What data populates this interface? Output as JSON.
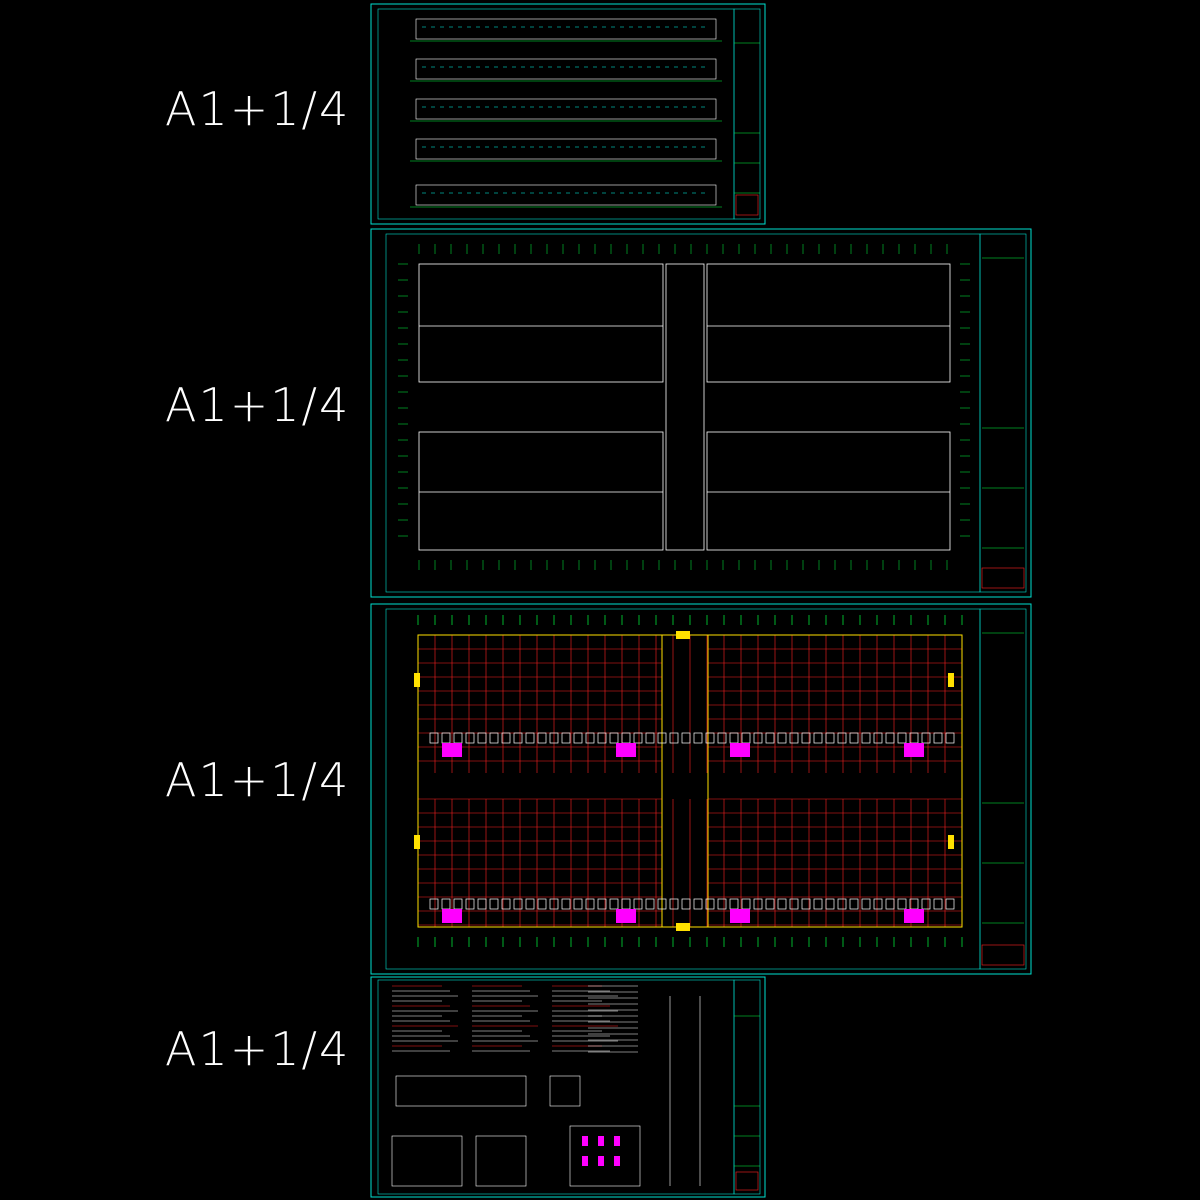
{
  "sheets": [
    {
      "id": "sheet1",
      "size_label": "A1+1/4"
    },
    {
      "id": "sheet2",
      "size_label": "A1+1/4"
    },
    {
      "id": "sheet3",
      "size_label": "A1+1/4"
    },
    {
      "id": "sheet4",
      "size_label": "A1+1/4"
    }
  ],
  "colors": {
    "background": "#000000",
    "frame": "#00e0d0",
    "line": "#ffffff",
    "grid_red": "#ff2020",
    "accent_yellow": "#ffe000",
    "accent_magenta": "#ff00ff",
    "accent_green": "#00ff40"
  }
}
